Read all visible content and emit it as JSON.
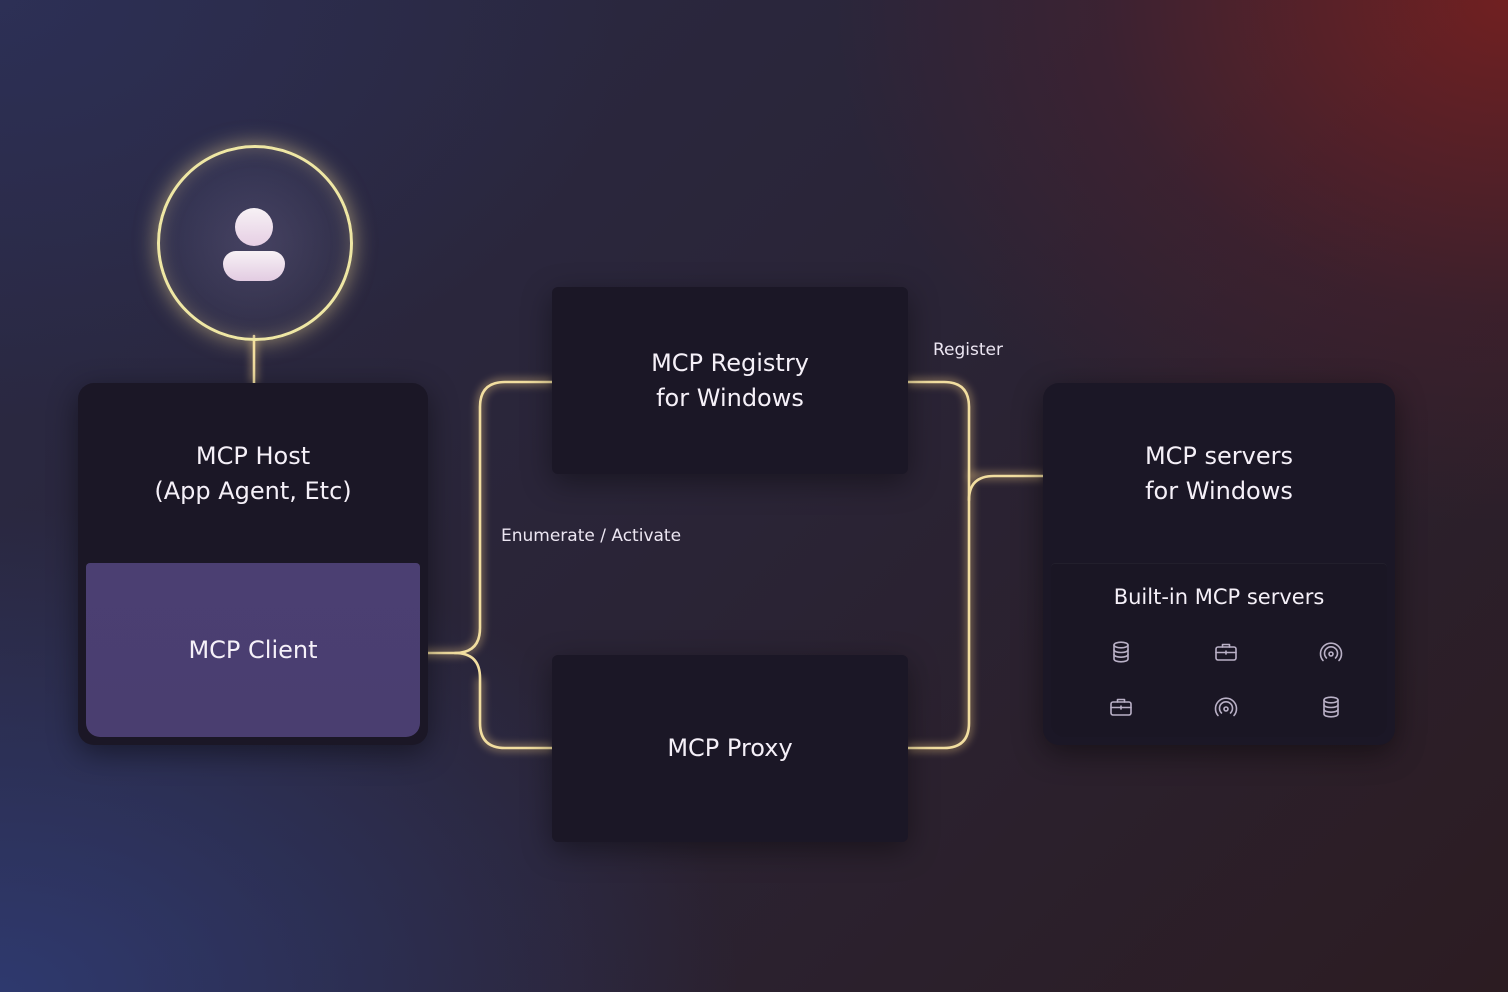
{
  "nodes": {
    "host": {
      "title_line1": "MCP Host",
      "title_line2": "(App Agent, Etc)",
      "client_label": "MCP Client"
    },
    "registry": {
      "title_line1": "MCP Registry",
      "title_line2": "for Windows"
    },
    "proxy": {
      "title": "MCP Proxy"
    },
    "servers": {
      "title_line1": "MCP servers",
      "title_line2": "for Windows",
      "builtin_title": "Built-in MCP servers",
      "builtin_icons": [
        "database-icon",
        "briefcase-icon",
        "broadcast-icon",
        "briefcase-icon",
        "broadcast-icon",
        "database-icon"
      ]
    }
  },
  "edges": {
    "enumerate_activate": "Enumerate / Activate",
    "register": "Register"
  },
  "colors": {
    "wire": "#f2dea0",
    "card": "#1b1726",
    "client_panel": "#4b3f72",
    "icon": "#b9b0c6"
  }
}
